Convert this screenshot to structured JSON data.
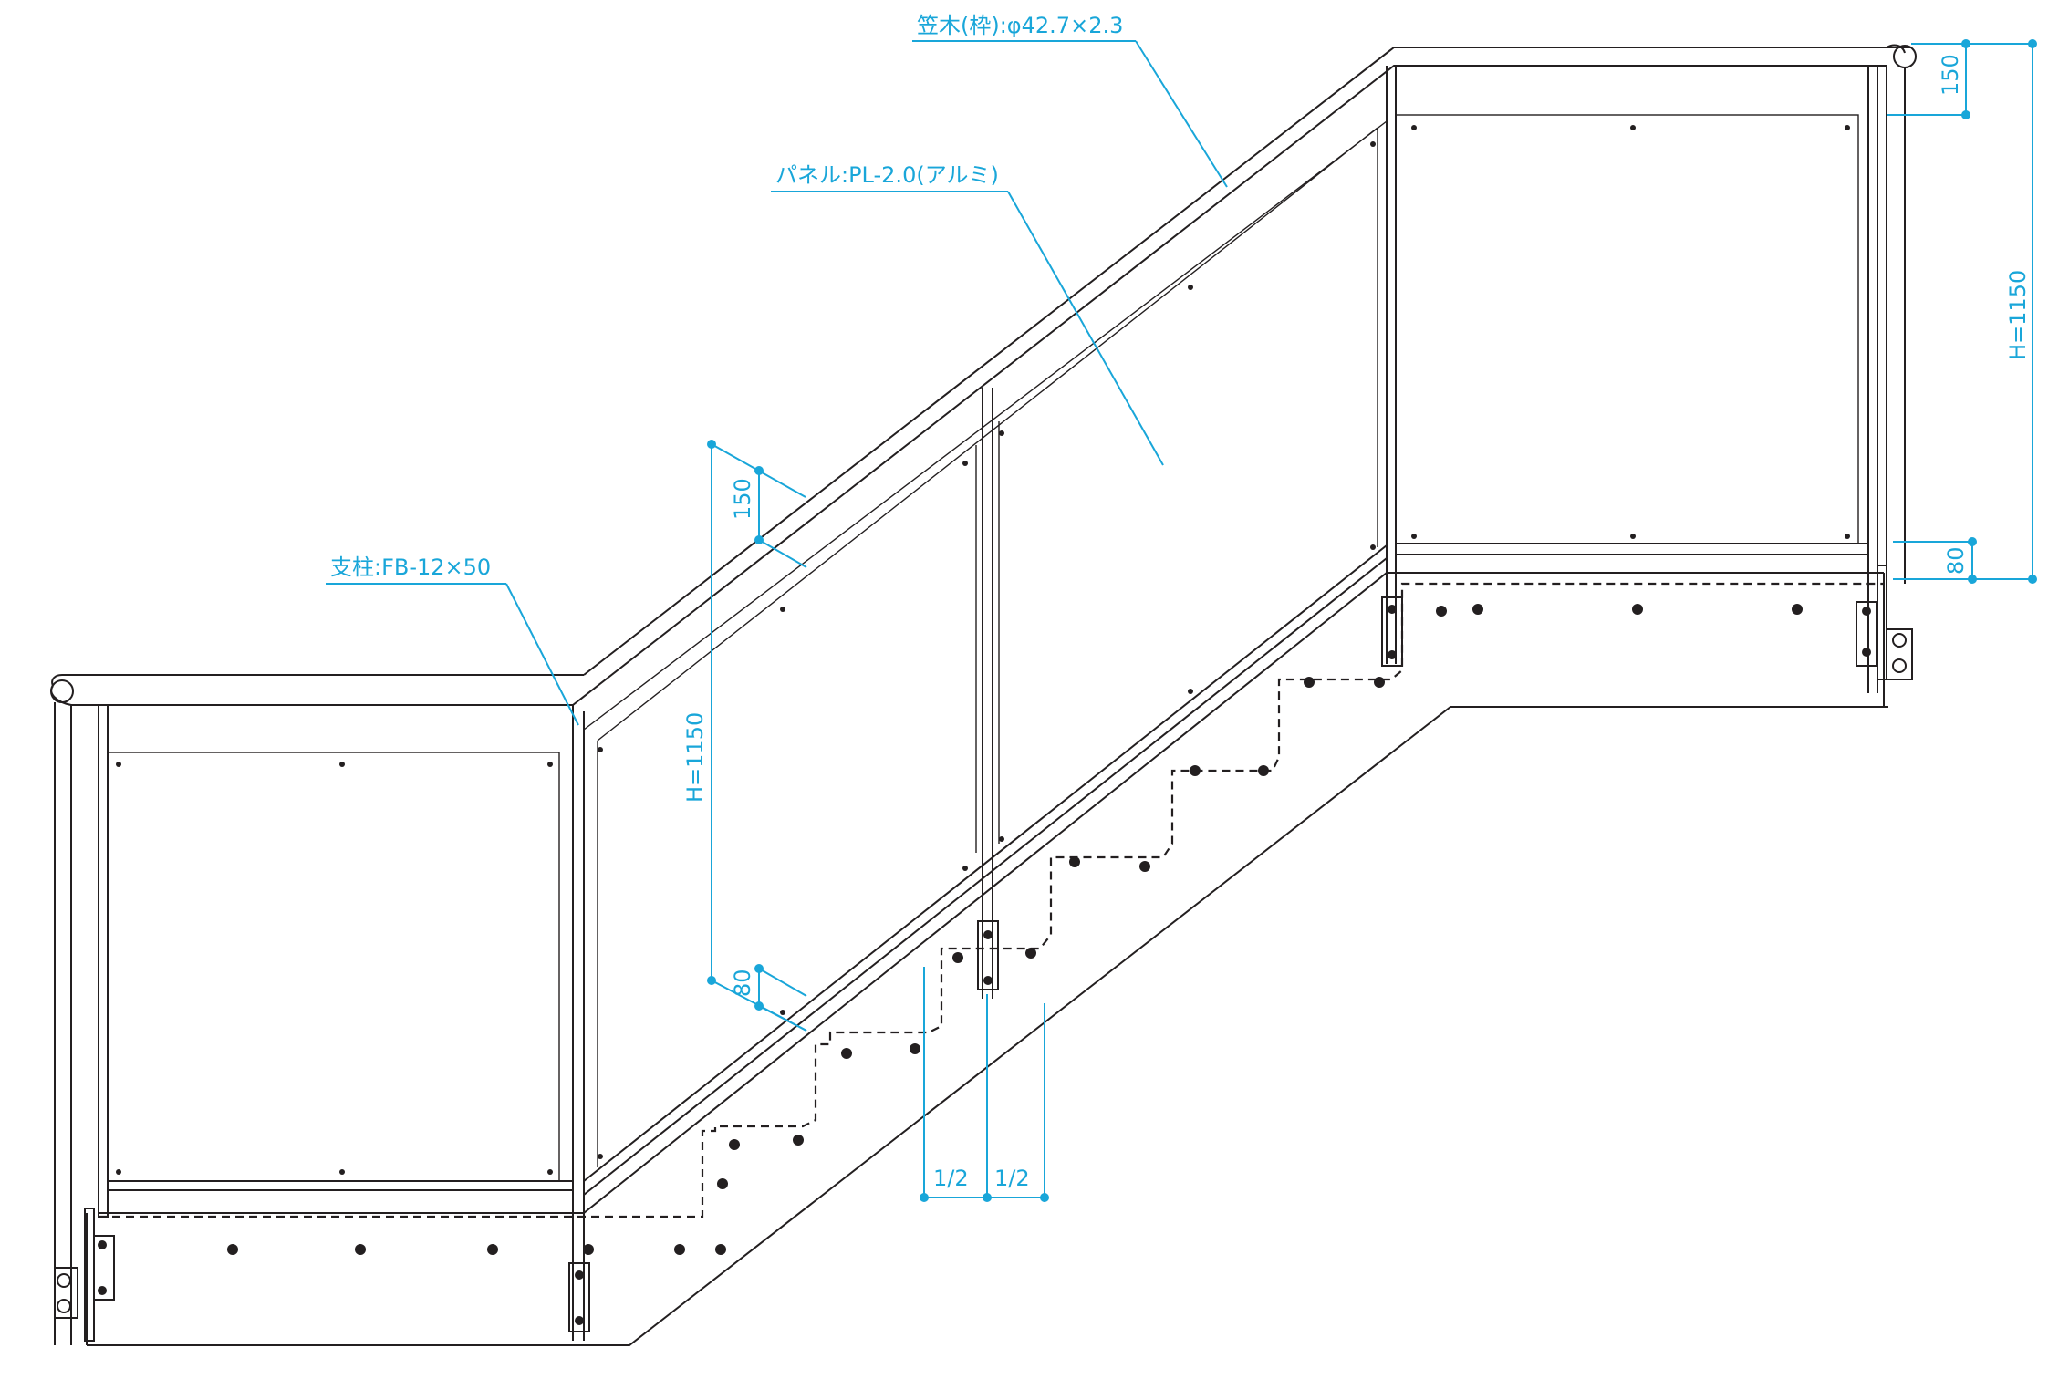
{
  "labels": {
    "handrail": "笠木(枠):φ42.7×2.3",
    "panel": "パネル:PL-2.0(アルミ)",
    "post": "支柱:FB-12×50"
  },
  "dimensions": {
    "slope_top_gap": "150",
    "slope_height": "H=1150",
    "slope_bottom_gap": "80",
    "right_top_gap": "150",
    "right_height": "H=1150",
    "right_bottom_gap": "80",
    "half_left": "1/2",
    "half_right": "1/2"
  },
  "colors": {
    "annotation": "#19a6d9",
    "drawing": "#231f20"
  }
}
